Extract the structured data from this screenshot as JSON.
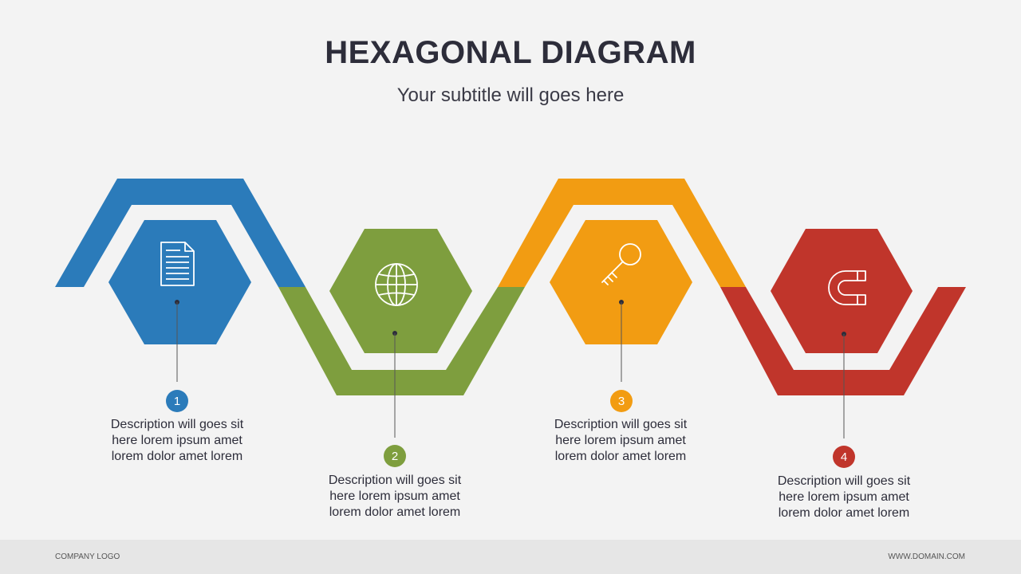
{
  "slide": {
    "title": "HEXAGONAL DIAGRAM",
    "subtitle": "Your subtitle will goes here"
  },
  "colors": {
    "blue": "#2b7bba",
    "green": "#7e9e3e",
    "orange": "#f29c12",
    "red": "#c0352b",
    "text": "#2d2d3a",
    "connector": "#555555"
  },
  "steps": [
    {
      "number": "1",
      "icon": "document-icon",
      "color": "#2b7bba",
      "line1": "Description will goes sit",
      "line2": "here lorem ipsum amet",
      "line3": "lorem dolor amet lorem"
    },
    {
      "number": "2",
      "icon": "globe-icon",
      "color": "#7e9e3e",
      "line1": "Description will goes sit",
      "line2": "here lorem ipsum amet",
      "line3": "lorem dolor amet lorem"
    },
    {
      "number": "3",
      "icon": "key-icon",
      "color": "#f29c12",
      "line1": "Description will goes sit",
      "line2": "here lorem ipsum amet",
      "line3": "lorem dolor amet lorem"
    },
    {
      "number": "4",
      "icon": "magnet-icon",
      "color": "#c0352b",
      "line1": "Description will goes sit",
      "line2": "here lorem ipsum amet",
      "line3": "lorem dolor amet lorem"
    }
  ],
  "footer": {
    "left": "COMPANY LOGO",
    "right": "WWW.DOMAIN.COM"
  }
}
